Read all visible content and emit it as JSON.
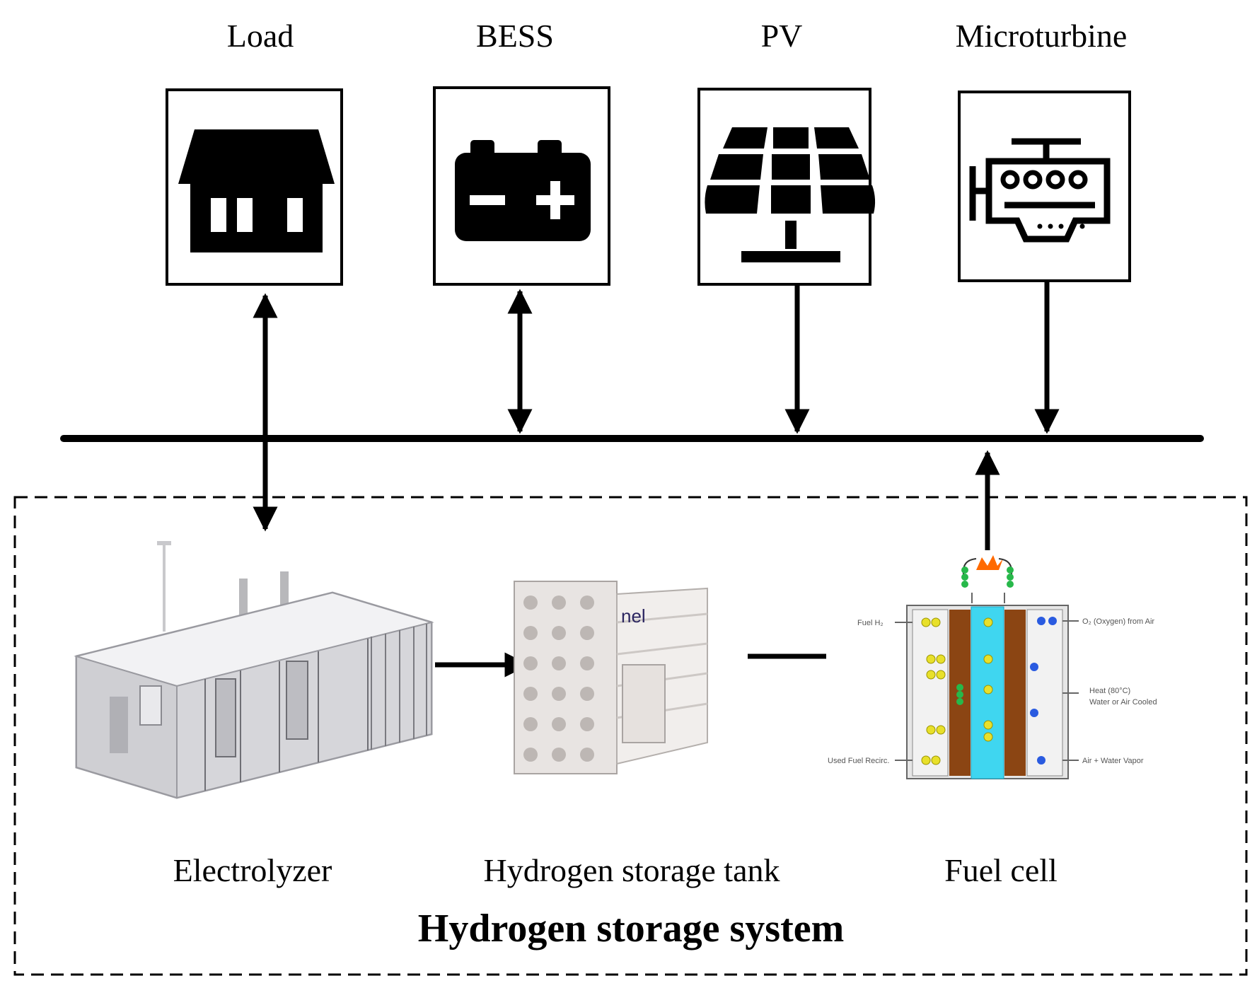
{
  "top_labels": {
    "load": "Load",
    "bess": "BESS",
    "pv": "PV",
    "microturbine": "Microturbine"
  },
  "bottom_labels": {
    "electrolyzer": "Electrolyzer",
    "tank": "Hydrogen storage tank",
    "fuel_cell": "Fuel cell"
  },
  "system_title": "Hydrogen storage system",
  "tank_brand": "nel",
  "fuel_cell_annotations": {
    "left_top": "Fuel H₂",
    "left_bottom": "Used Fuel Recirc.",
    "right_top": "O₂ (Oxygen) from Air",
    "right_mid_1": "Heat (80°C)",
    "right_mid_2": "Water or Air Cooled",
    "right_bottom": "Air + Water Vapor"
  },
  "icons": [
    "house-icon",
    "battery-icon",
    "solar-panel-icon",
    "engine-icon"
  ],
  "colors": {
    "line": "#000000",
    "dashed_border": "#000000",
    "anode": "#8b4513",
    "membrane": "#3fd6f0",
    "hydrogen_dot": "#e8e02a",
    "oxygen_dot": "#2a5be0",
    "water_dot": "#27b84a",
    "spark": "#ff6a00"
  }
}
